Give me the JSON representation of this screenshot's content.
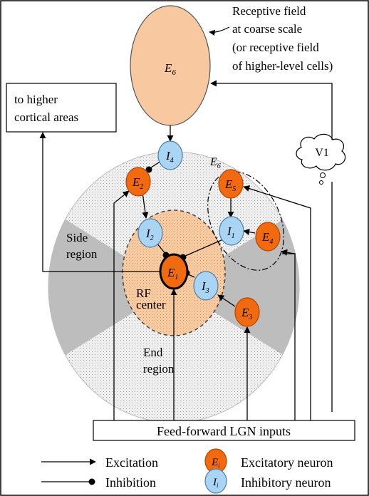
{
  "colors": {
    "excitatory_fill": "#f26a10",
    "excitatory_stroke": "#b34500",
    "inhibitory_fill": "#a9d4f3",
    "inhibitory_stroke": "#4a7fa8",
    "coarse_rf_fill": "#f8c8a0",
    "rf_center_fill": "#f8c8a0",
    "surround_gray": "#bdbdbd"
  },
  "coarse_rf_label": {
    "letter": "E",
    "sub": "6"
  },
  "receptive_field_note": [
    "Receptive field",
    "at coarse scale",
    "(or receptive field",
    "of higher-level cells)"
  ],
  "higher_areas_box": [
    "to higher",
    "cortical areas"
  ],
  "v1_label": "V1",
  "group_label": {
    "letter": "E",
    "sub": "6"
  },
  "side_region_label": [
    "Side",
    "region"
  ],
  "end_region_label": [
    "End",
    "region"
  ],
  "rf_center_label": [
    "RF",
    "center"
  ],
  "neurons": {
    "E1": {
      "letter": "E",
      "sub": "1"
    },
    "E2": {
      "letter": "E",
      "sub": "2"
    },
    "E3": {
      "letter": "E",
      "sub": "3"
    },
    "E4": {
      "letter": "E",
      "sub": "4"
    },
    "E5": {
      "letter": "E",
      "sub": "5"
    },
    "I1": {
      "letter": "I",
      "sub": "1"
    },
    "I2": {
      "letter": "I",
      "sub": "2"
    },
    "I3": {
      "letter": "I",
      "sub": "3"
    },
    "I4": {
      "letter": "I",
      "sub": "4"
    }
  },
  "lgn_inputs_label": "Feed-forward LGN inputs",
  "legend": {
    "excitation": "Excitation",
    "inhibition": "Inhibition",
    "excitatory_neuron": "Excitatory neuron",
    "inhibitory_neuron": "Inhibitory neuron",
    "excitatory_symbol": {
      "letter": "E",
      "sub": "i"
    },
    "inhibitory_symbol": {
      "letter": "I",
      "sub": "i"
    }
  }
}
